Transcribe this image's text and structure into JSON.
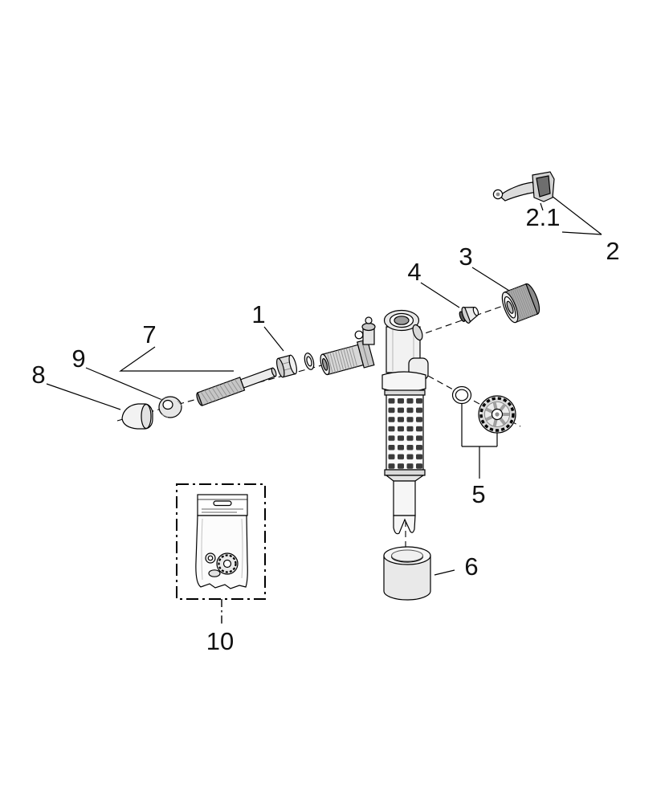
{
  "diagram": {
    "type": "exploded-parts-diagram",
    "background_color": "#ffffff",
    "line_color": "#000000",
    "shade_light": "#ececec",
    "shade_mid": "#c9c9c9",
    "shade_dark": "#8b8b8b"
  },
  "parts": [
    {
      "label": "1"
    },
    {
      "label": "2"
    },
    {
      "label": "2.1"
    },
    {
      "label": "3"
    },
    {
      "label": "4"
    },
    {
      "label": "5"
    },
    {
      "label": "6"
    },
    {
      "label": "7"
    },
    {
      "label": "8"
    },
    {
      "label": "9"
    },
    {
      "label": "10"
    }
  ]
}
